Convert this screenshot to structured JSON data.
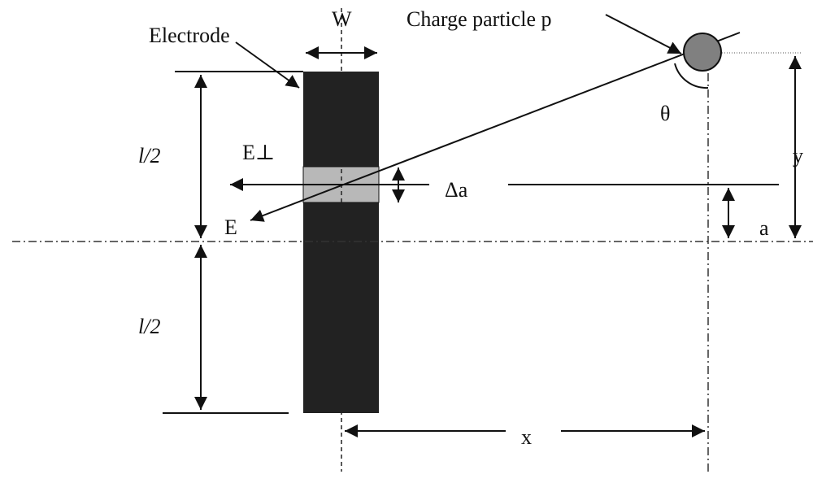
{
  "labels": {
    "electrode": "Electrode",
    "width": "W",
    "particle": "Charge particle p",
    "theta": "θ",
    "half_length_top": "l/2",
    "half_length_bottom": "l/2",
    "e_perp": "E⊥",
    "e_field": "E",
    "delta_a": "Δa",
    "y": "y",
    "a": "a",
    "x": "x"
  },
  "colors": {
    "electrode": "#222222",
    "segment": "#b8b8b8",
    "particle": "#808080",
    "line": "#111111"
  }
}
